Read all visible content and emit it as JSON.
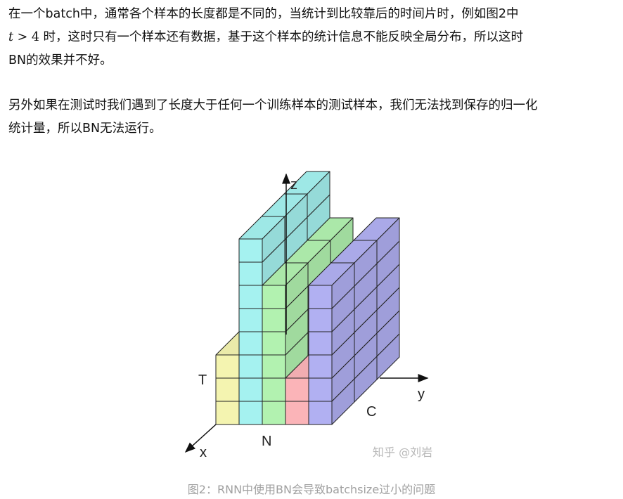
{
  "article": {
    "para1_line1": "在一个batch中，通常各个样本的长度都是不同的，当统计到比较靠后的时间片时，例如图2中",
    "para1_math_var": "t",
    "para1_math_op": " > 4",
    "para1_line2_rest": " 时，这时只有一个样本还有数据，基于这个样本的统计信息不能反映全局分布，所以这时",
    "para1_line3": "BN的效果并不好。",
    "para2_line1": "另外如果在测试时我们遇到了长度大于任何一个训练样本的测试样本，我们无法找到保存的归一化",
    "para2_line2": "统计量，所以BN无法运行。"
  },
  "figure": {
    "axis_z": "z",
    "axis_y": "y",
    "axis_x": "x",
    "label_T": "T",
    "label_N": "N",
    "label_C": "C",
    "watermark": "知乎 @刘岩",
    "colors": {
      "yellow": "#f4f4b0",
      "cyan": "#a5f2f0",
      "green": "#b2f2b0",
      "pink": "#fbb4b8",
      "purple": "#b1b0f2"
    },
    "sequence_lengths": [
      3,
      8,
      6,
      2
    ],
    "sequence_colors": [
      "yellow",
      "cyan",
      "green",
      "pink"
    ],
    "channel_block_height": 6
  },
  "caption": "图2：RNN中使用BN会导致batchsize过小的问题"
}
